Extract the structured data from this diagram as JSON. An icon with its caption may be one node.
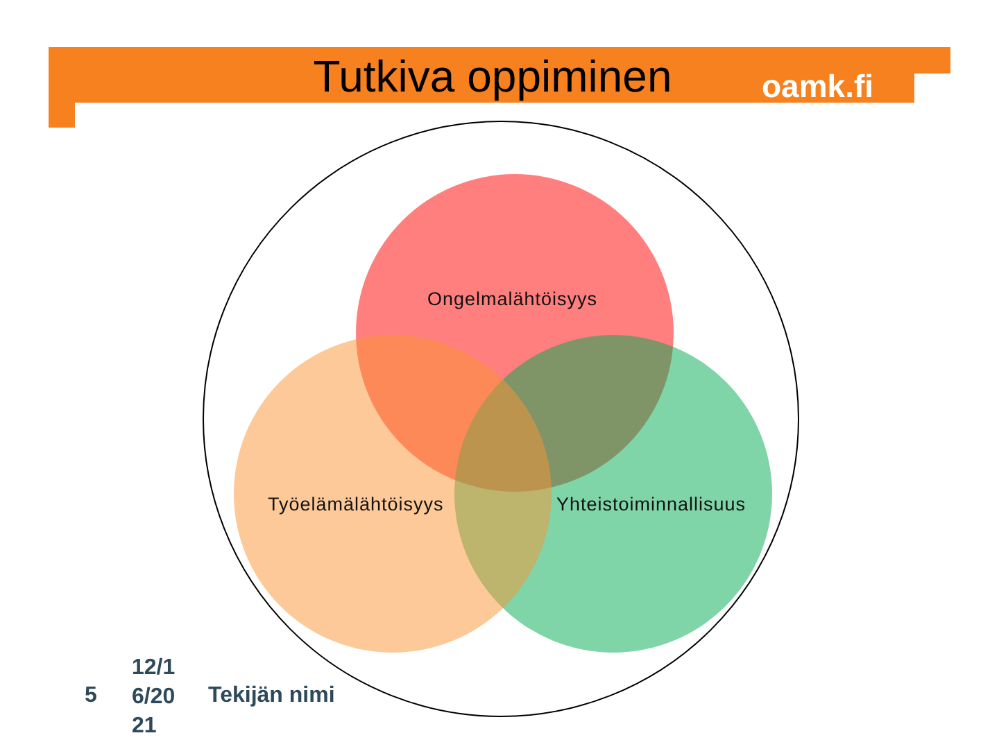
{
  "diagram": {
    "title": "Tutkiva oppiminen",
    "nodes": [
      {
        "text": [],
        "shape": "circle"
      },
      {
        "text": [
          "Ongelmalähtöisyys"
        ],
        "in": 0
      },
      {
        "text": [
          "Työelämälähtöisyys"
        ],
        "in": 0
      },
      {
        "text": [
          "Yhteistoiminnallisuus"
        ],
        "in": 0
      }
    ],
    "labels": [
      "oamk.fi",
      "5",
      "12/16/2021",
      "Tekijän nimi"
    ]
  }
}
